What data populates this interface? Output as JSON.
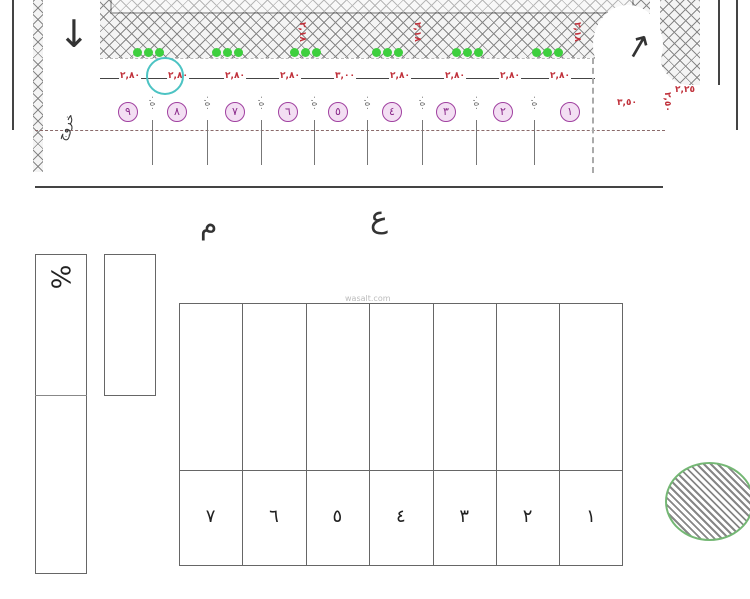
{
  "plan": {
    "dimension_labels": [
      "٢,٨٠",
      "٢,٨٠",
      "٢,٨٠",
      "٢,٨٠",
      "٣,٠٠",
      "٢,٨٠",
      "٢,٨٠",
      "٢,٨٠",
      "٢,٨٠"
    ],
    "spot_numbers": [
      "٩",
      "٨",
      "٧",
      "٦",
      "٥",
      "٤",
      "٣",
      "٢",
      "١"
    ],
    "vertical_labels": [
      "٢,١٨",
      "٢,١٨",
      "٢,١٨"
    ],
    "column_labels": [
      "٠,٥٠",
      "٠,٥٠",
      "٠,٥٠",
      "٠,٥٠",
      "٠,٥٠",
      "٠,٥٠",
      "٠,٥٠",
      "٠,٥٠"
    ],
    "turn_width": "٣,٥٠",
    "corner_label": "٢,٢٥",
    "corner_vertical": "٢,٥٠",
    "exit_label": "خروج",
    "colors": {
      "dimension": "#c0303a",
      "spot": "#a040a0",
      "planter": "#3ecf3e",
      "highlight": "#4cc3c3"
    }
  },
  "sheet": {
    "heading_left": "م",
    "heading_right": "ع",
    "percent_label": "%",
    "watermark": "wasalt.com",
    "table_numbers": [
      "١",
      "٢",
      "٣",
      "٤",
      "٥",
      "٦",
      "٧"
    ]
  }
}
